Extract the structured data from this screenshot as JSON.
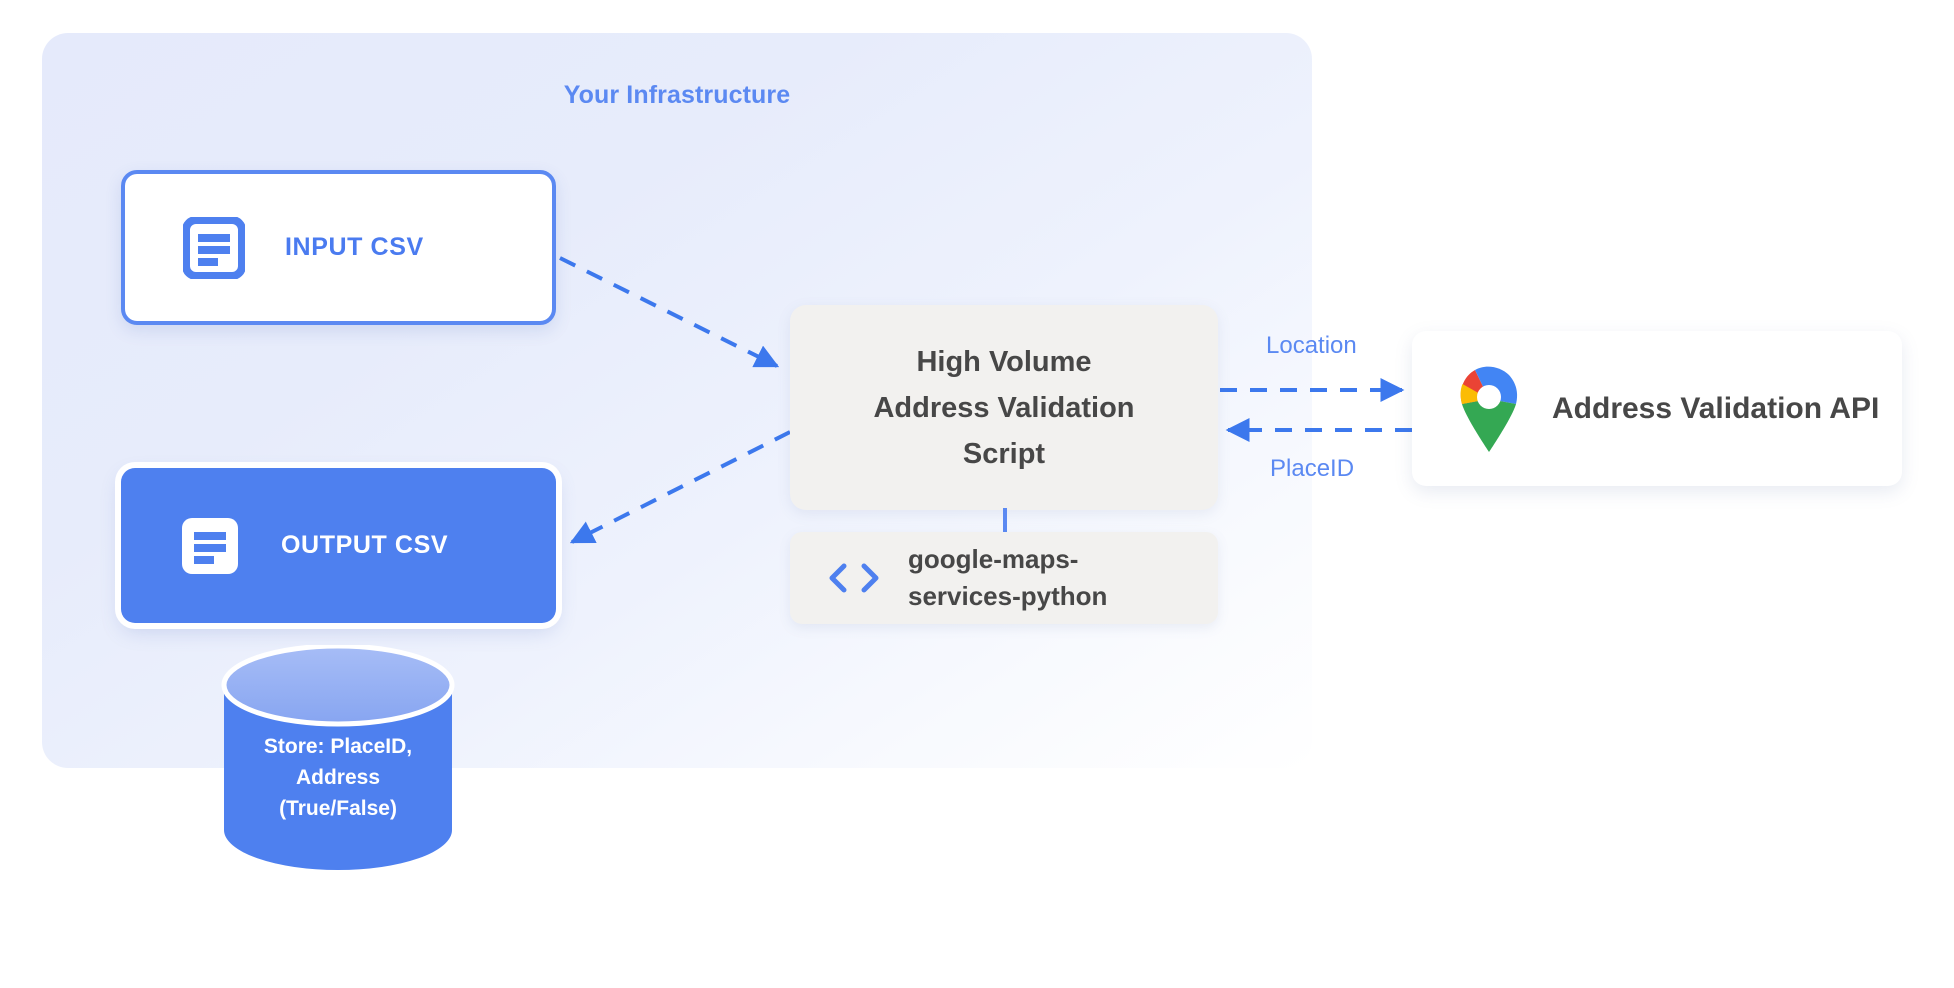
{
  "diagram": {
    "panel": {
      "title": "Your Infrastructure",
      "accent_color": "#5b89f2"
    },
    "nodes": {
      "input_csv": {
        "label": "INPUT CSV",
        "icon": "document-icon",
        "border_color": "#5b89f2",
        "fill_color": "#ffffff",
        "text_color": "#4a7bf0"
      },
      "output_csv": {
        "label": "OUTPUT CSV",
        "icon": "document-icon",
        "fill_color": "#4e80ef",
        "text_color": "#ffffff"
      },
      "script": {
        "line1": "High Volume",
        "line2": "Address Validation",
        "line3": "Script",
        "fill_color": "#f2f1ef",
        "text_color": "#474747"
      },
      "library": {
        "line1": "google-maps-",
        "line2": "services-python",
        "icon": "code-brackets-icon",
        "fill_color": "#f2f1ef",
        "text_color": "#474747"
      },
      "api": {
        "label": "Address Validation API",
        "icon": "google-maps-pin-icon",
        "fill_color": "#ffffff",
        "text_color": "#474747"
      },
      "database": {
        "line1": "Store: PlaceID,",
        "line2": "Address",
        "line3": "(True/False)",
        "body_color": "#4e80ef",
        "top_color": "#8fabf2",
        "text_color": "#ffffff"
      }
    },
    "edges": [
      {
        "name": "input-csv-to-script",
        "label": "",
        "style": "dashed",
        "direction": "forward",
        "color": "#3c78ed"
      },
      {
        "name": "script-to-output-csv",
        "label": "",
        "style": "dashed",
        "direction": "forward",
        "color": "#3c78ed"
      },
      {
        "name": "script-to-api",
        "label": "Location",
        "style": "dashed",
        "direction": "forward",
        "color": "#3c78ed"
      },
      {
        "name": "api-to-script",
        "label": "PlaceID",
        "style": "dashed",
        "direction": "backward",
        "color": "#3c78ed"
      },
      {
        "name": "script-to-library",
        "label": "",
        "style": "solid",
        "direction": "none",
        "color": "#5b89f2"
      }
    ]
  }
}
